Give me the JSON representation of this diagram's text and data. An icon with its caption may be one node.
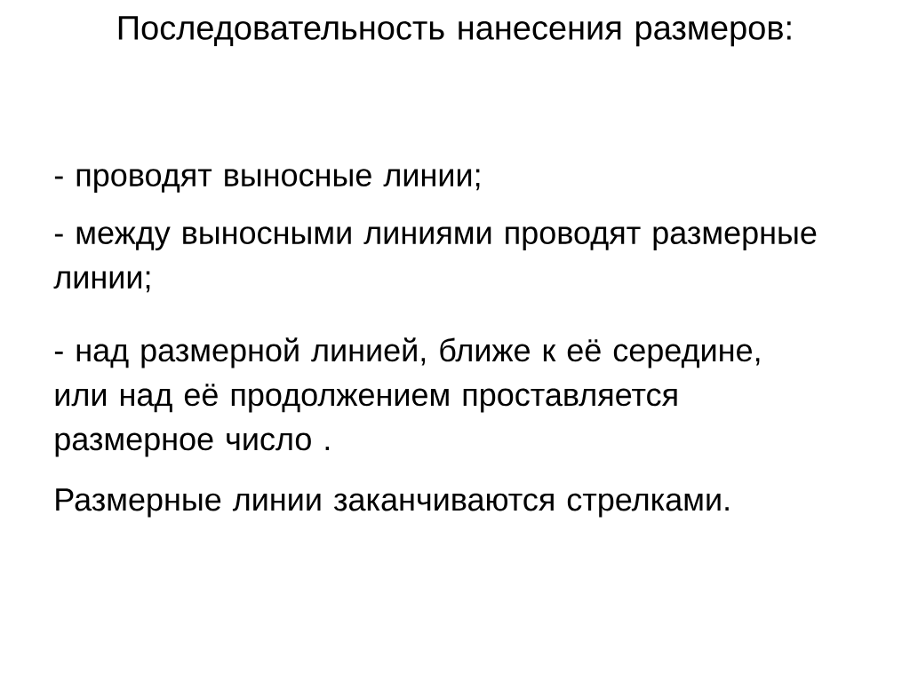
{
  "diagram": {
    "title": "Последовательность нанесения размеров:",
    "labels": [
      "- проводят выносные линии;",
      "- между выносными линиями проводят размерные линии;",
      "- над размерной линией, ближе к её середине, или над её продолжением проставляется размерное число .",
      "Размерные линии заканчиваются стрелками."
    ]
  }
}
